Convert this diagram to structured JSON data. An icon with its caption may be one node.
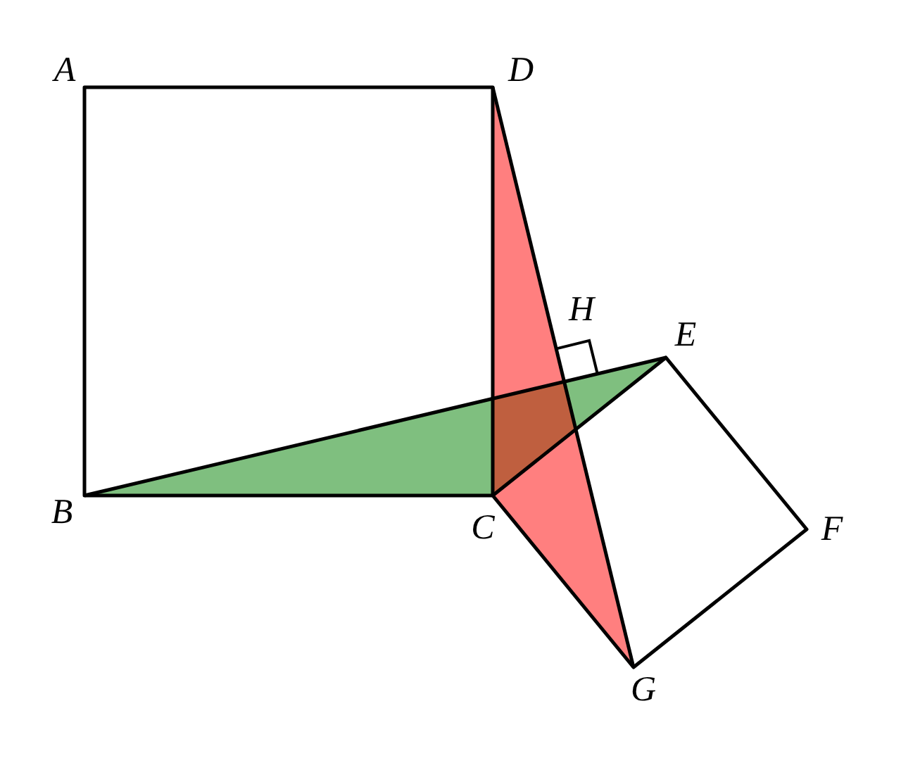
{
  "diagram": {
    "labels": [
      "A",
      "D",
      "H",
      "E",
      "B",
      "C",
      "F",
      "G"
    ]
  }
}
